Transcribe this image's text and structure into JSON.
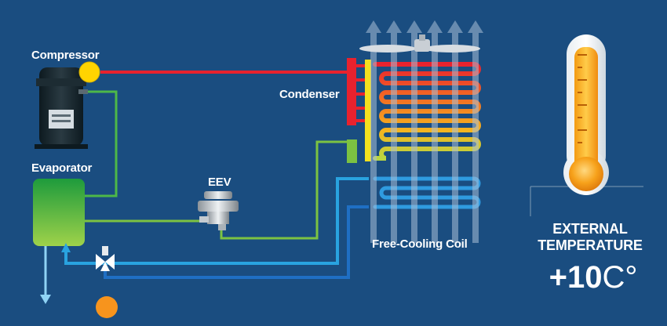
{
  "labels": {
    "compressor": "Compressor",
    "condenser": "Condenser",
    "evaporator": "Evaporator",
    "eev": "EEV",
    "free_cooling_coil": "Free-Cooling Coil"
  },
  "external": {
    "line1": "EXTERNAL",
    "line2": "TEMPERATURE",
    "value": "+10",
    "unit": "C°"
  },
  "colors": {
    "background": "#1a4d80",
    "hot_line": "#e8222e",
    "liquid_line": "#7cc242",
    "suction_line": "#4db848",
    "glycol_line": "#29a3e0",
    "glycol_return": "#1f6fc4",
    "indicator_yellow": "#ffd400",
    "indicator_orange": "#f7941d",
    "thermometer_fill": "#f7a21b"
  },
  "icons": {
    "compressor": "compressor-icon",
    "eev": "expansion-valve-icon",
    "valve": "three-way-valve-icon",
    "fan": "fan-icon",
    "thermometer": "thermometer-icon"
  }
}
